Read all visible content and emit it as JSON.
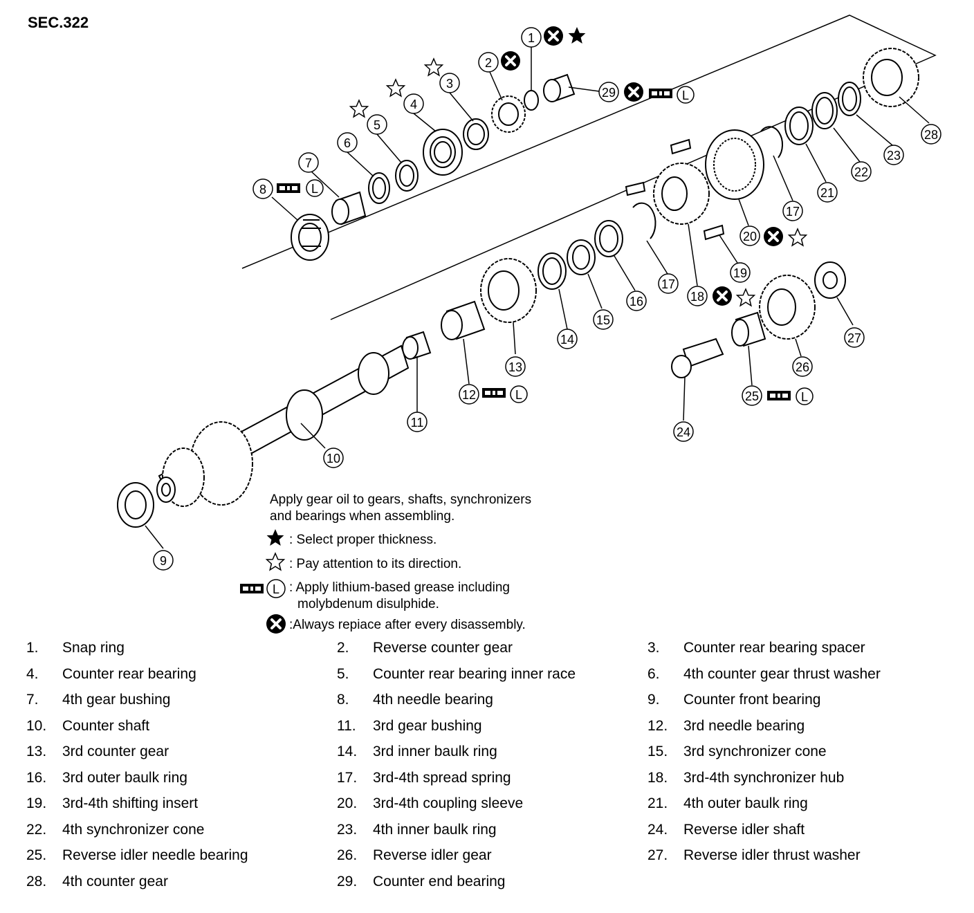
{
  "section": "SEC.322",
  "notes": {
    "intro_line1": "Apply gear oil to gears, shafts, synchronizers",
    "intro_line2": "and bearings when assembling.",
    "star_filled": ": Select proper thickness.",
    "star_outline": ": Pay attention to its direction.",
    "grease_line1": ": Apply lithium-based grease including",
    "grease_line2": "molybdenum disulphide.",
    "replace": ":Always repiace after every disassembly."
  },
  "symbols": {
    "grease_letter": "L"
  },
  "callouts": {
    "c1": "1",
    "c2": "2",
    "c3": "3",
    "c4": "4",
    "c5": "5",
    "c6": "6",
    "c7": "7",
    "c8": "8",
    "c9": "9",
    "c10": "10",
    "c11": "11",
    "c12": "12",
    "c13": "13",
    "c14": "14",
    "c15": "15",
    "c16": "16",
    "c17a": "17",
    "c17b": "17",
    "c18": "18",
    "c19": "19",
    "c20": "20",
    "c21": "21",
    "c22": "22",
    "c23": "23",
    "c24": "24",
    "c25": "25",
    "c26": "26",
    "c27": "27",
    "c28": "28",
    "c29": "29"
  },
  "parts": [
    {
      "num": "1.",
      "name": "Snap ring"
    },
    {
      "num": "2.",
      "name": "Reverse counter gear"
    },
    {
      "num": "3.",
      "name": "Counter rear bearing spacer"
    },
    {
      "num": "4.",
      "name": "Counter rear bearing"
    },
    {
      "num": "5.",
      "name": "Counter rear bearing inner race"
    },
    {
      "num": "6.",
      "name": "4th counter gear thrust washer"
    },
    {
      "num": "7.",
      "name": "4th gear bushing"
    },
    {
      "num": "8.",
      "name": "4th needle bearing"
    },
    {
      "num": "9.",
      "name": "Counter front bearing"
    },
    {
      "num": "10.",
      "name": "Counter shaft"
    },
    {
      "num": "11.",
      "name": "3rd gear bushing"
    },
    {
      "num": "12.",
      "name": "3rd needle bearing"
    },
    {
      "num": "13.",
      "name": "3rd counter gear"
    },
    {
      "num": "14.",
      "name": "3rd inner baulk ring"
    },
    {
      "num": "15.",
      "name": "3rd synchronizer cone"
    },
    {
      "num": "16.",
      "name": "3rd outer baulk ring"
    },
    {
      "num": "17.",
      "name": "3rd-4th spread spring"
    },
    {
      "num": "18.",
      "name": "3rd-4th synchronizer hub"
    },
    {
      "num": "19.",
      "name": "3rd-4th shifting insert"
    },
    {
      "num": "20.",
      "name": "3rd-4th coupling sleeve"
    },
    {
      "num": "21.",
      "name": "4th outer baulk ring"
    },
    {
      "num": "22.",
      "name": "4th synchronizer cone"
    },
    {
      "num": "23.",
      "name": "4th inner baulk ring"
    },
    {
      "num": "24.",
      "name": "Reverse idler shaft"
    },
    {
      "num": "25.",
      "name": "Reverse idler needle bearing"
    },
    {
      "num": "26.",
      "name": "Reverse idler gear"
    },
    {
      "num": "27.",
      "name": "Reverse idler thrust washer"
    },
    {
      "num": "28.",
      "name": "4th counter gear"
    },
    {
      "num": "29.",
      "name": "Counter end bearing"
    }
  ]
}
